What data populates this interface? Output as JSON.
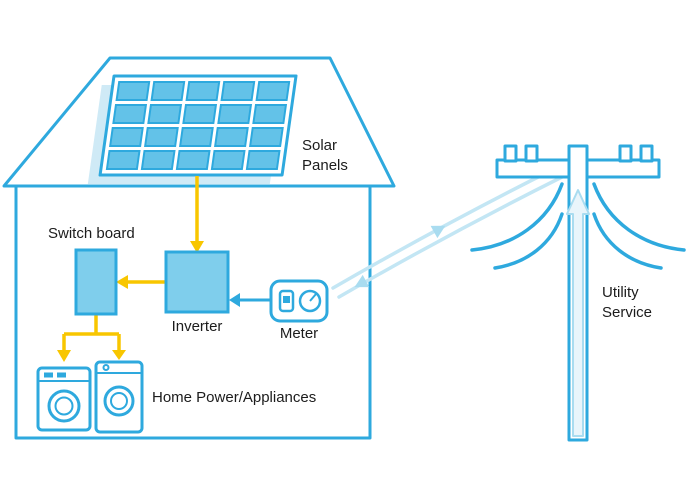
{
  "diagram": {
    "type": "home-solar-energy-flow-diagram",
    "labels": {
      "solar_line1": "Solar",
      "solar_line2": "Panels",
      "switch_board": "Switch board",
      "inverter": "Inverter",
      "meter": "Meter",
      "home_power": "Home Power/Appliances",
      "utility_line1": "Utility",
      "utility_line2": "Service"
    },
    "icons": {
      "solar_panel_array": "solar-panel-grid-icon",
      "inverter": "inverter-box-icon",
      "switch_board": "switch-board-box-icon",
      "meter": "electric-meter-icon",
      "appliances": [
        "washing-machine-icon",
        "dryer-icon"
      ],
      "utility": "utility-pole-icon"
    },
    "colors": {
      "outline_blue": "#2ea9de",
      "component_fill_blue": "#7fceec",
      "panel_cell_blue": "#63c2e8",
      "shadow_blue": "#cfeaf6",
      "wire_pale_blue": "#c3e6f4",
      "wire_arrow_blue": "#a9dcf0",
      "energy_flow_yellow": "#f8c600",
      "text": "#1c1c1c",
      "background": "#ffffff"
    },
    "flows": [
      {
        "from": "Solar Panels",
        "to": "Inverter",
        "style": "yellow-arrow"
      },
      {
        "from": "Inverter",
        "to": "Switch board",
        "style": "yellow-arrow"
      },
      {
        "from": "Switch board",
        "to": "Home Power/Appliances",
        "style": "yellow-arrow"
      },
      {
        "from": "Meter",
        "to": "Inverter",
        "style": "blue-arrow"
      },
      {
        "from": "Utility Service",
        "to": "Meter",
        "style": "pale-blue-wire",
        "bidirectional": true
      }
    ]
  }
}
